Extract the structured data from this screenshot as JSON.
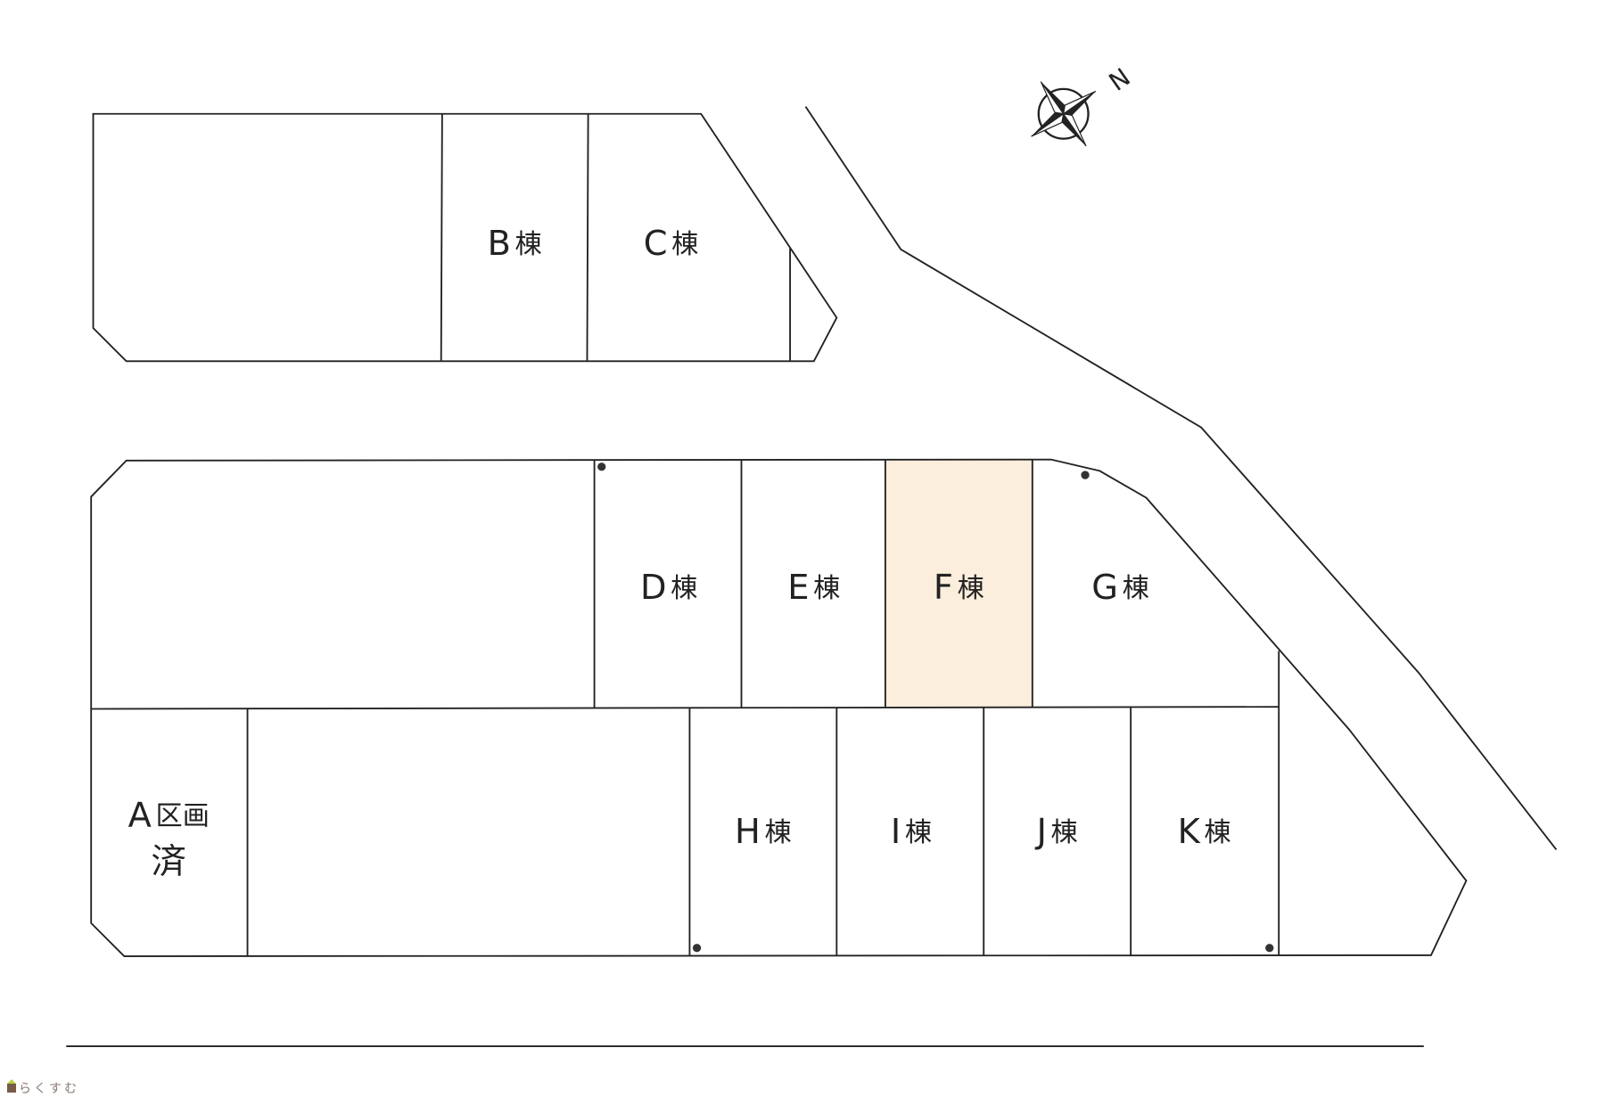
{
  "compass": {
    "north_label": "N"
  },
  "lots": [
    {
      "id": "B",
      "label": "B",
      "suffix": "棟"
    },
    {
      "id": "C",
      "label": "C",
      "suffix": "棟"
    },
    {
      "id": "D",
      "label": "D",
      "suffix": "棟"
    },
    {
      "id": "E",
      "label": "E",
      "suffix": "棟"
    },
    {
      "id": "F",
      "label": "F",
      "suffix": "棟",
      "highlight": true
    },
    {
      "id": "G",
      "label": "G",
      "suffix": "棟"
    },
    {
      "id": "H",
      "label": "H",
      "suffix": "棟"
    },
    {
      "id": "I",
      "label": "I",
      "suffix": "棟"
    },
    {
      "id": "J",
      "label": "J",
      "suffix": "棟"
    },
    {
      "id": "K",
      "label": "K",
      "suffix": "棟"
    }
  ],
  "lot_a": {
    "label": "A",
    "suffix": "区画",
    "status": "済"
  },
  "colors": {
    "highlight": "#fbeedc",
    "line": "#222222"
  },
  "logo": {
    "text": "らくすむ"
  }
}
